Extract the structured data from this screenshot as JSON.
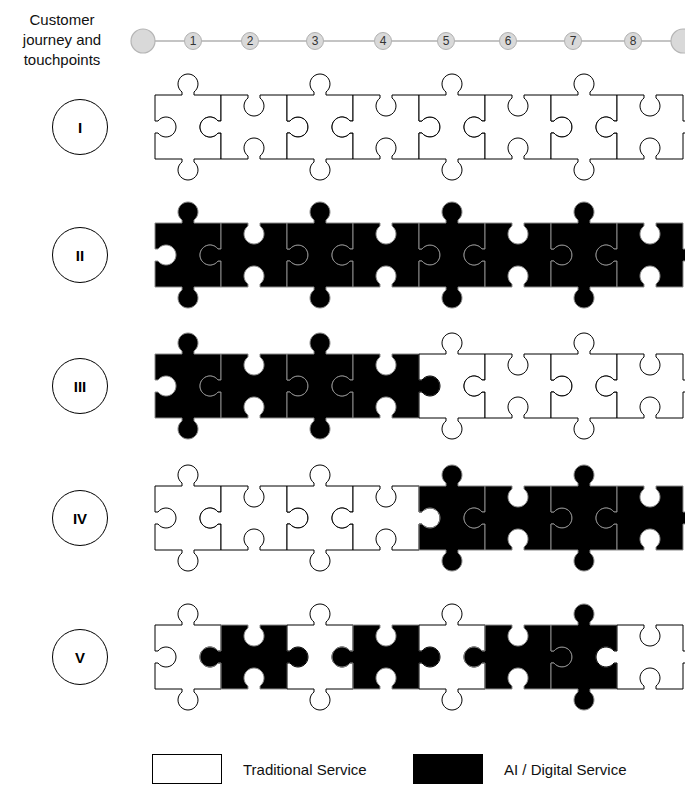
{
  "diagram": {
    "nodes": [
      {
        "text": [
          "1"
        ]
      },
      {
        "text": [
          "2"
        ]
      },
      {
        "text": [
          "3"
        ]
      },
      {
        "text": [
          "4"
        ]
      },
      {
        "text": [
          "5"
        ]
      },
      {
        "text": [
          "6"
        ]
      },
      {
        "text": [
          "7"
        ]
      },
      {
        "text": [
          "8"
        ]
      },
      {
        "text": [
          "I"
        ]
      },
      {
        "text": [
          "II"
        ]
      },
      {
        "text": [
          "III"
        ]
      },
      {
        "text": [
          "IV"
        ]
      },
      {
        "text": [
          "V"
        ]
      }
    ],
    "edges": [
      {
        "from": 0,
        "to": 1,
        "arrow": "none"
      },
      {
        "from": 1,
        "to": 2,
        "arrow": "none"
      },
      {
        "from": 2,
        "to": 3,
        "arrow": "none"
      },
      {
        "from": 3,
        "to": 4,
        "arrow": "none"
      },
      {
        "from": 4,
        "to": 5,
        "arrow": "none"
      },
      {
        "from": 5,
        "to": 6,
        "arrow": "none"
      },
      {
        "from": 6,
        "to": 7,
        "arrow": "none"
      }
    ],
    "labels": [
      "Customer journey and touchpoints"
    ],
    "legend": [
      {
        "text": "Traditional Service",
        "color": "#ffffff"
      },
      {
        "text": "AI / Digital Service",
        "color": "#000000"
      }
    ]
  }
}
